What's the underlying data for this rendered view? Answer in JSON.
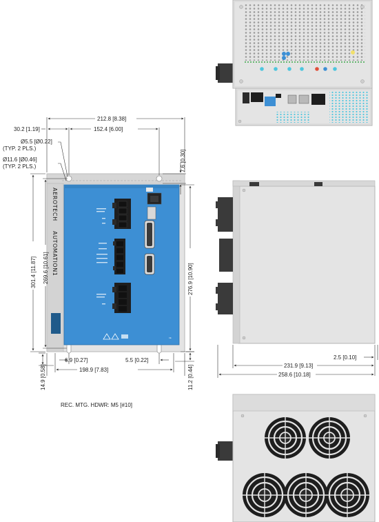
{
  "dimensions": {
    "overall_width": "212.8 [8.38]",
    "inner_width": "152.4 [6.00]",
    "left_offset": "30.2 [1.19]",
    "hole_small": "Ø5.5 [Ø0.22]",
    "hole_small_note": "(TYP. 2 PLS.)",
    "hole_large": "Ø11.6 [Ø0.46]",
    "hole_large_note": "(TYP. 2 PLS.)",
    "top_offset": "7.6 [0.30]",
    "overall_height": "301.4 [11.87]",
    "inner_height": "269.6 [10.61]",
    "right_height": "276.9 [10.90]",
    "bottom_left_offset": "6.9 [0.27]",
    "bottom_right_offset": "5.5 [0.22]",
    "base_width": "198.9 [7.83]",
    "bottom_height": "14.9 [0.58]",
    "bottom_right_height": "11.2 [0.44]",
    "side_depth": "231.9 [9.13]",
    "side_overall_depth": "258.6 [10.18]",
    "side_offset": "2.5 [0.10]"
  },
  "note": "REC. MTG. HDWR: M5 [#10]",
  "brand": {
    "name": "AEROTECH",
    "tagline": "AUTOMATION1",
    "colors": {
      "panel": "#3d8fd4",
      "chassis": "#e3e3e3",
      "frame": "#cfcfcf"
    }
  }
}
